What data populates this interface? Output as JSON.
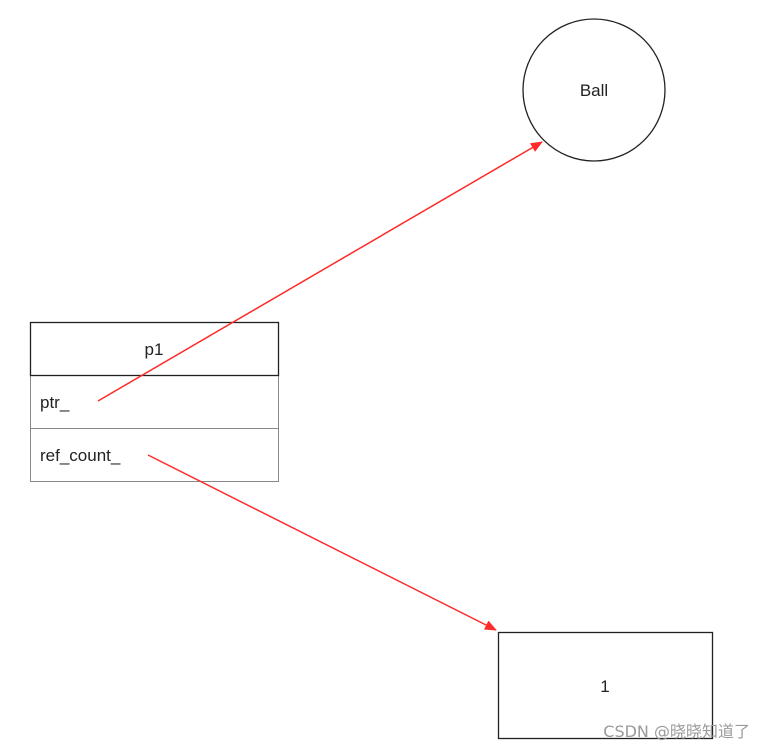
{
  "diagram": {
    "ball": {
      "label": "Ball"
    },
    "object": {
      "title": "p1",
      "fields": [
        "ptr_",
        "ref_count_"
      ]
    },
    "counter": {
      "value": "1"
    },
    "arrow_color": "#ff2a2a",
    "watermark": "CSDN @晓晓知道了"
  }
}
